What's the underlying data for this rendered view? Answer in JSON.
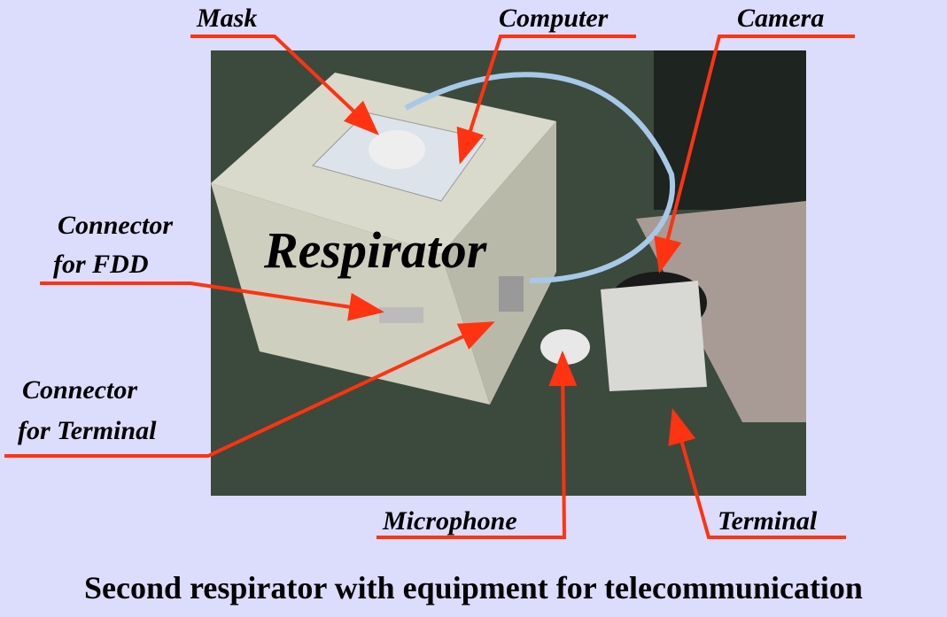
{
  "labels": {
    "mask": "Mask",
    "computer": "Computer",
    "camera": "Camera",
    "connector_fdd_1": "Connector",
    "connector_fdd_2": "for FDD",
    "respirator": "Respirator",
    "connector_terminal_1": "Connector",
    "connector_terminal_2": "for  Terminal",
    "microphone": "Microphone",
    "terminal": "Terminal"
  },
  "title": "Second respirator with equipment for telecommunication",
  "colors": {
    "background": "#dcdcfc",
    "callout_line": "#ff3311",
    "floor": "#3b4a3c"
  }
}
